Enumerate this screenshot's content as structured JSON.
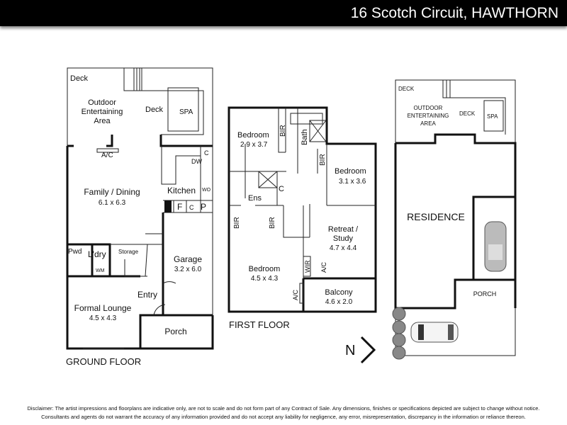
{
  "header": {
    "title": "16 Scotch Circuit, HAWTHORN"
  },
  "ground_floor": {
    "label": "GROUND FLOOR",
    "rooms": {
      "deck": "Deck",
      "outdoor1": "Outdoor",
      "outdoor2": "Entertaining",
      "outdoor3": "Area",
      "deck2": "Deck",
      "spa": "SPA",
      "ac": "A/C",
      "family": "Family / Dining",
      "family_dim": "6.1 x 6.3",
      "kitchen": "Kitchen",
      "dw": "DW",
      "c": "C",
      "wo": "WO",
      "f": "F",
      "c2": "C",
      "p": "P",
      "pwd": "Pwd",
      "ldry": "L'dry",
      "storage": "Storage",
      "wm": "WM",
      "garage": "Garage",
      "garage_dim": "3.2 x 6.0",
      "entry": "Entry",
      "lounge": "Formal Lounge",
      "lounge_dim": "4.5 x 4.3",
      "porch": "Porch"
    }
  },
  "first_floor": {
    "label": "FIRST FLOOR",
    "rooms": {
      "bed1": "Bedroom",
      "bed1_dim": "2.9 x 3.7",
      "bir1": "BIR",
      "bath": "Bath",
      "bir2": "BIR",
      "bed2": "Bedroom",
      "bed2_dim": "3.1 x 3.6",
      "ens": "Ens",
      "c": "C",
      "bir3": "BIR",
      "bir4": "BIR",
      "retreat1": "Retreat /",
      "retreat2": "Study",
      "retreat_dim": "4.7 x 4.4",
      "wir": "WIR",
      "ac1": "A/C",
      "bed3": "Bedroom",
      "bed3_dim": "4.5 x 4.3",
      "ac2": "A/C",
      "balcony": "Balcony",
      "balcony_dim": "4.6 x 2.0"
    }
  },
  "site_plan": {
    "deck": "DECK",
    "oea1": "OUTDOOR",
    "oea2": "ENTERTAINING",
    "oea3": "AREA",
    "deck2": "DECK",
    "spa": "SPA",
    "residence": "RESIDENCE",
    "porch": "PORCH"
  },
  "compass": {
    "label": "N"
  },
  "disclaimer": {
    "line1": "Disclaimer: The artist impressions and floorplans are indicative only, are not to scale and do not form part of any Contract of Sale.  Any dimensions, finishes or specifications depicted are subject to change without notice.",
    "line2": "Consultants and agents do not warrant the accuracy of any information provided and do not accept any liability for negligence, any error, misrepresentation, discrepancy in the information or reliance thereon."
  }
}
